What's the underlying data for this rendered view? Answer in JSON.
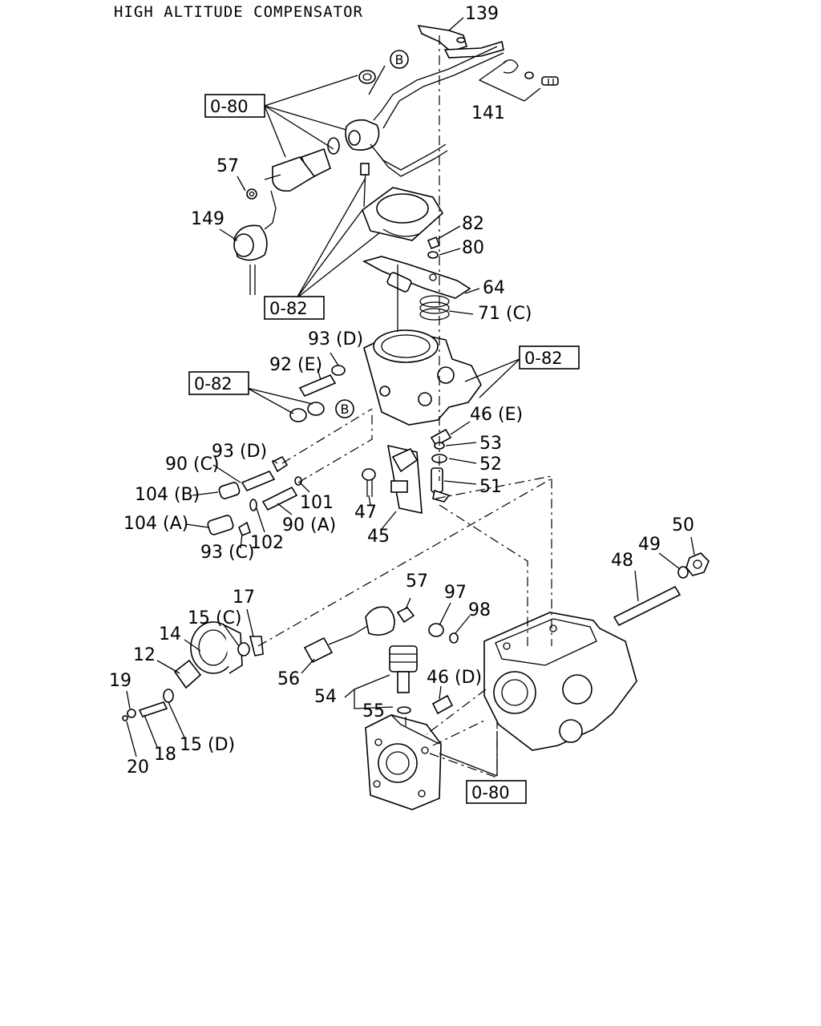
{
  "title": "HIGH ALTITUDE COMPENSATOR",
  "refs": {
    "r1": "0-80",
    "r2": "0-82",
    "r3": "0-82",
    "r4": "0-82",
    "r5": "0-80"
  },
  "circles": {
    "c1": "B",
    "c2": "B"
  },
  "labels": {
    "p139": "139",
    "p141": "141",
    "p57a": "57",
    "p149": "149",
    "p82": "82",
    "p80": "80",
    "p64": "64",
    "p71c": "71 (C)",
    "p93d_a": "93 (D)",
    "p92e": "92 (E)",
    "p46e": "46 (E)",
    "p53": "53",
    "p52": "52",
    "p51": "51",
    "p93d_b": "93 (D)",
    "p90c": "90 (C)",
    "p104b": "104 (B)",
    "p101": "101",
    "p47": "47",
    "p104a": "104 (A)",
    "p90a": "90 (A)",
    "p45": "45",
    "p93c": "93 (C)",
    "p102": "102",
    "p50": "50",
    "p49": "49",
    "p48": "48",
    "p57b": "57",
    "p97": "97",
    "p98": "98",
    "p17": "17",
    "p15c": "15 (C)",
    "p14": "14",
    "p12": "12",
    "p19": "19",
    "p46d": "46 (D)",
    "p56": "56",
    "p54": "54",
    "p55": "55",
    "p15d": "15 (D)",
    "p18": "18",
    "p20": "20"
  }
}
